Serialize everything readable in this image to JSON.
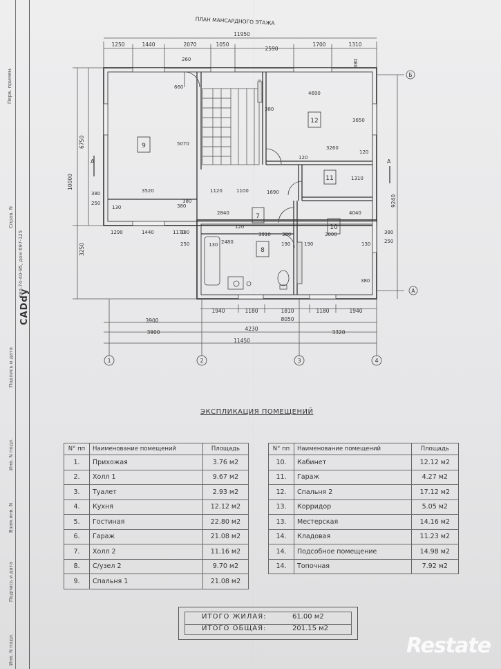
{
  "plan": {
    "title": "ПЛАН МАНСАРДНОГО ЭТАЖА",
    "dims_top_row": [
      "1250",
      "1440",
      "2070",
      "1050",
      "2590",
      "1700",
      "1310"
    ],
    "dim_total_top": "11950",
    "left_outer": "10000",
    "left_6750": "6750",
    "left_3250": "3250",
    "right_9240": "9240",
    "bottom_row1": [
      "1940",
      "1180",
      "1810",
      "1180",
      "1940"
    ],
    "bottom_8050": "8050",
    "bottom_3900_a": "3900",
    "bottom_3900_b": "3900",
    "bottom_4230": "4230",
    "bottom_3320": "3320",
    "bottom_11450": "11450",
    "axes": [
      "1",
      "2",
      "3",
      "4"
    ],
    "axis_b": "Б",
    "axis_a": "А",
    "section": "А",
    "rooms": [
      "9",
      "12",
      "11",
      "7",
      "10",
      "8"
    ],
    "inner_dims": [
      "260",
      "660",
      "5070",
      "3520",
      "380",
      "380",
      "130",
      "1290",
      "1440",
      "1170",
      "4690",
      "380",
      "3650",
      "3260",
      "120",
      "120",
      "1310",
      "1120",
      "1100",
      "1690",
      "2840",
      "120",
      "3910",
      "380",
      "190",
      "190",
      "3000",
      "4040",
      "130",
      "380",
      "130",
      "2480",
      "380",
      "250",
      "250",
      "380",
      "380",
      "380"
    ]
  },
  "explication": {
    "title": "ЭКСПЛИКАЦИЯ ПОМЕЩЕНИЙ",
    "headers": [
      "N° пп",
      "Наименование помещений",
      "Площадь"
    ],
    "left_rows": [
      [
        "1.",
        "Прихожая",
        "3.76 м2"
      ],
      [
        "2.",
        "Холл 1",
        "9.67 м2"
      ],
      [
        "3.",
        "Туалет",
        "2.93 м2"
      ],
      [
        "4.",
        "Кухня",
        "12.12 м2"
      ],
      [
        "5.",
        "Гостиная",
        "22.80 м2"
      ],
      [
        "6.",
        "Гараж",
        "21.08 м2"
      ],
      [
        "7.",
        "Холл 2",
        "11.16 м2"
      ],
      [
        "8.",
        "С/узел 2",
        "9.70 м2"
      ],
      [
        "9.",
        "Спальня 1",
        "21.08 м2"
      ]
    ],
    "right_rows": [
      [
        "10.",
        "Кабинет",
        "12.12 м2"
      ],
      [
        "11.",
        "Гараж",
        "4.27 м2"
      ],
      [
        "12.",
        "Спальня 2",
        "17.12 м2"
      ],
      [
        "13.",
        "Корридор",
        "5.05 м2"
      ],
      [
        "13.",
        "Местерская",
        "14.16 м2"
      ],
      [
        "14.",
        "Кладовая",
        "11.23 м2"
      ],
      [
        "14.",
        "Подсобное помещение",
        "14.98 м2"
      ],
      [
        "14.",
        "Топочная",
        "7.92 м2"
      ]
    ]
  },
  "totals": {
    "living_label": "ИТОГО ЖИЛАЯ:",
    "living_value": "61.00 м2",
    "total_label": "ИТОГО ОБЩАЯ:",
    "total_value": "201.15 м2"
  },
  "stamp": {
    "tel": "тел.74-40-95, дом 697-125",
    "sprav": "Справ. N",
    "perv": "Перв. примен.",
    "podp1": "Подпись и дата",
    "inv1": "Инв. N подл.",
    "vzam": "Взам.инв. N",
    "podp2": "Подпись и дата",
    "inv2": "Инв. N подл.",
    "logo": "CADdy"
  },
  "watermark": "Restate"
}
